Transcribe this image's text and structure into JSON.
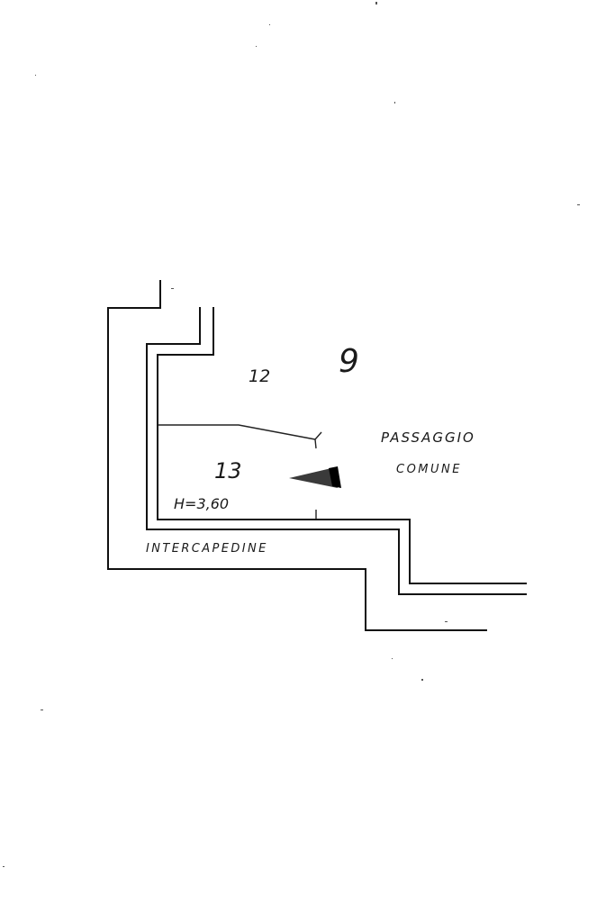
{
  "plan": {
    "sheet_number": "9",
    "rooms": {
      "room_12": "12",
      "room_13": "13"
    },
    "height_note": "H=3,60",
    "passage_line1": "PASSAGGIO",
    "passage_line2": "COMUNE",
    "cavity_label": "INTERCAPEDINE"
  },
  "icons": {
    "north_arrow": "north-arrow-icon"
  },
  "colors": {
    "ink": "#111111",
    "paper": "#ffffff",
    "arrow_fill": "#3a3a3a",
    "arrow_tip": "#000000"
  }
}
